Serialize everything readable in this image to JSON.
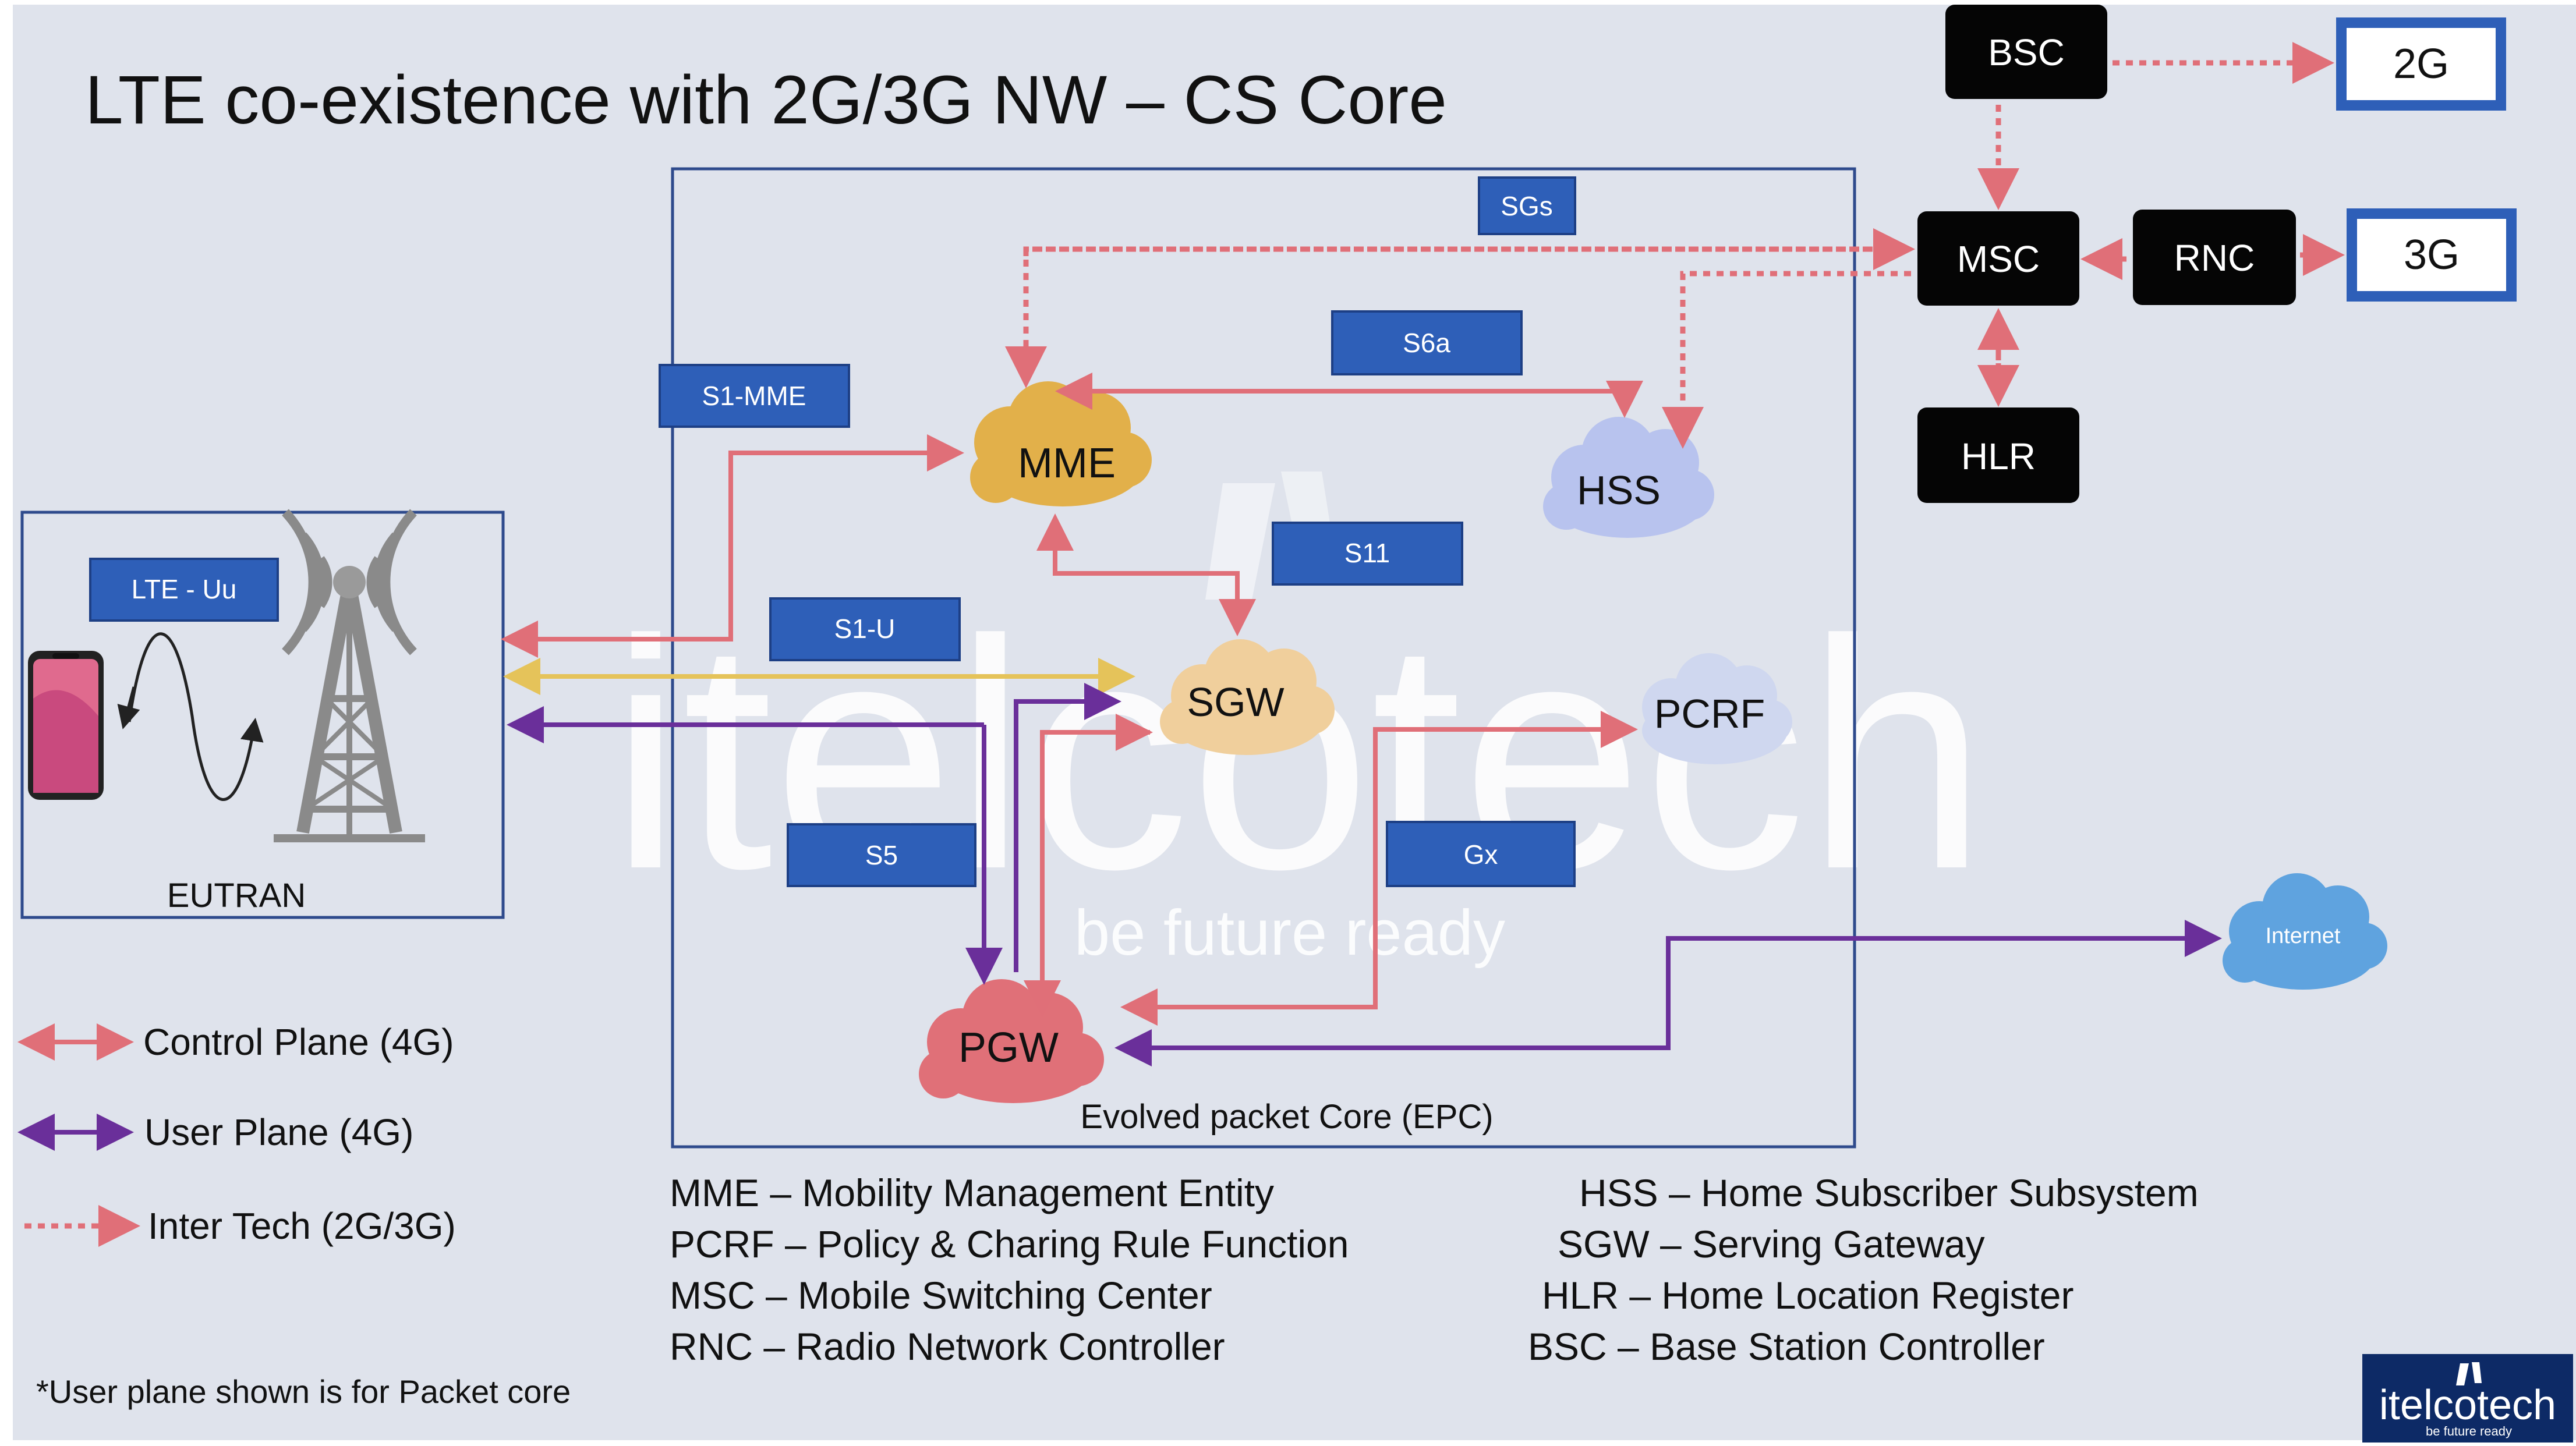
{
  "title": "LTE co-existence with 2G/3G NW – CS Core",
  "watermark": {
    "name": "itelcotech",
    "tagline": "be future ready"
  },
  "colors": {
    "background": "#dfe3ec",
    "control_plane": "#e06f78",
    "user_plane": "#6a2f9a",
    "inter_tech": "#e06f78",
    "lte_uu": "#e5c35a",
    "label_box": "#2e5fb8",
    "mme": "#e2b04a",
    "hss": "#b8c3ee",
    "sgw": "#f0cf9c",
    "pcrf": "#cfd7ef",
    "pgw": "#e07078",
    "internet": "#5fa3df"
  },
  "nodes": {
    "mme": "MME",
    "hss": "HSS",
    "sgw": "SGW",
    "pcrf": "PCRF",
    "pgw": "PGW",
    "internet": "Internet",
    "bsc": "BSC",
    "msc": "MSC",
    "rnc": "RNC",
    "hlr": "HLR",
    "net_2g": "2G",
    "net_3g": "3G"
  },
  "interfaces": {
    "sgs": "SGs",
    "s6a": "S6a",
    "s1_mme": "S1-MME",
    "s11": "S11",
    "lte_uu": "LTE - Uu",
    "s1_u": "S1-U",
    "s5": "S5",
    "gx": "Gx"
  },
  "regions": {
    "eutran": "EUTRAN",
    "epc": "Evolved packet Core (EPC)"
  },
  "legend": [
    {
      "label": "Control Plane (4G)",
      "style": "control"
    },
    {
      "label": "User Plane (4G)",
      "style": "user"
    },
    {
      "label": "Inter Tech (2G/3G)",
      "style": "intertech"
    }
  ],
  "footnote": "*User plane shown is for Packet core",
  "glossary_left": [
    "MME – Mobility Management Entity",
    "PCRF – Policy & Charing Rule Function",
    "MSC – Mobile Switching Center",
    "RNC – Radio Network Controller"
  ],
  "glossary_right": [
    "HSS – Home Subscriber Subsystem",
    "SGW – Serving Gateway",
    "HLR – Home Location Register",
    "BSC – Base Station Controller"
  ],
  "logo": {
    "name": "itelcotech",
    "tagline": "be future ready"
  }
}
